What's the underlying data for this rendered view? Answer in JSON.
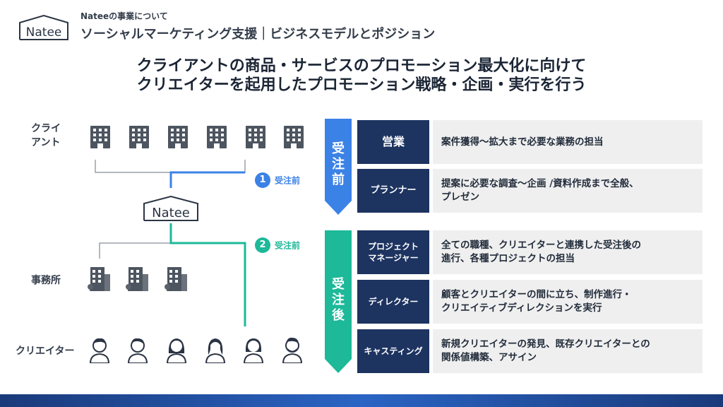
{
  "header": {
    "logo_text": "Natee",
    "small": "Nateeの事業について",
    "title": "ソーシャルマーケティング支援｜ビジネスモデルとポジション"
  },
  "headline": {
    "line1": "クライアントの商品・サービスのプロモーション最大化に向けて",
    "line2": "クリエイターを起用したプロモーション戦略・企画・実行を行う"
  },
  "diagram": {
    "rows": [
      {
        "label_line1": "クライ",
        "label_line2": "アント"
      },
      {
        "label": "事務所"
      },
      {
        "label": "クリエイター"
      }
    ],
    "center_logo": "Natee",
    "flows": [
      {
        "num": "1",
        "text": "受注前",
        "color": "#3b82e6"
      },
      {
        "num": "2",
        "text": "受注前",
        "color": "#1db999"
      }
    ]
  },
  "phases": [
    {
      "chars": [
        "受",
        "注",
        "前"
      ],
      "color": "#3b82e6"
    },
    {
      "chars": [
        "受",
        "注",
        "後"
      ],
      "color": "#1db999"
    }
  ],
  "roles": [
    {
      "title": "営業",
      "desc1": "案件獲得〜拡大まで必要な業務の担当",
      "desc2": ""
    },
    {
      "title": "プランナー",
      "desc1": "提案に必要な調査〜企画 /資料作成まで全般、",
      "desc2": "プレゼン"
    },
    {
      "title_line1": "プロジェクト",
      "title_line2": "マネージャー",
      "desc1": "全ての職種、クリエイターと連携した受注後の",
      "desc2": "進行、各種プロジェクトの担当"
    },
    {
      "title": "ディレクター",
      "desc1": "顧客とクリエイターの間に立ち、制作進行・",
      "desc2": "クリエイティブディレクションを実行"
    },
    {
      "title": "キャスティング",
      "desc1": "新規クリエイターの発見、既存クリエイターとの",
      "desc2": "関係値構築、アサイン"
    }
  ]
}
